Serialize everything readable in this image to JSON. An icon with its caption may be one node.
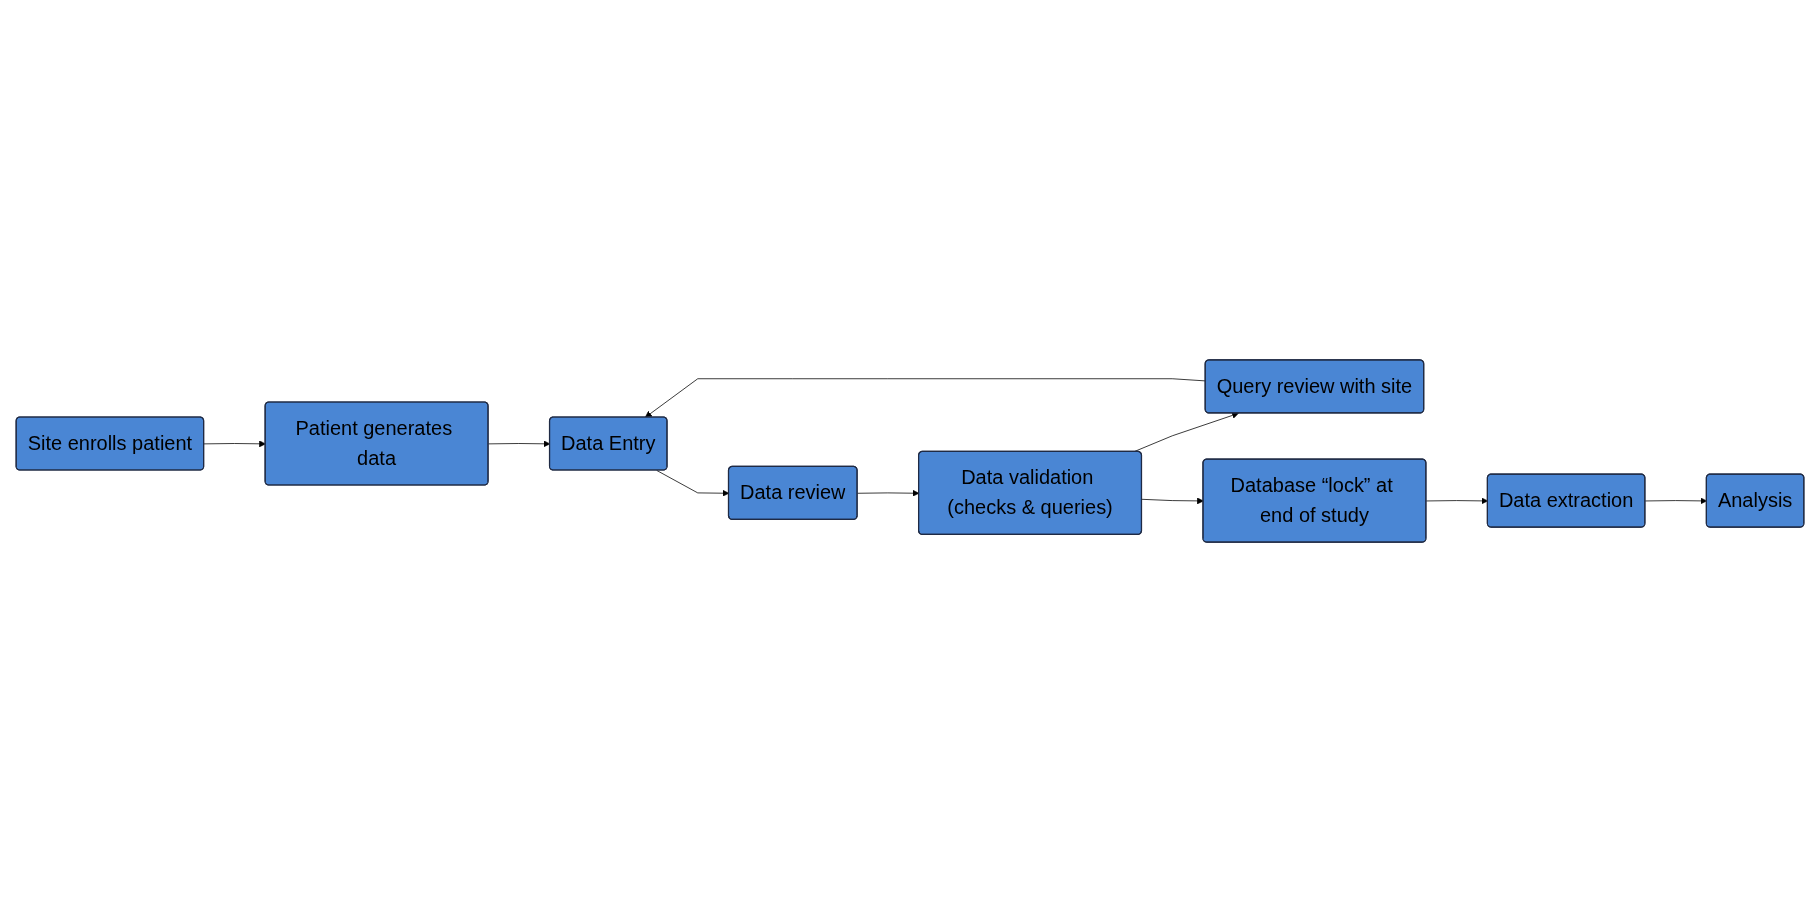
{
  "diagram": {
    "nodes": [
      {
        "text": [
          "Site enrolls patient"
        ]
      },
      {
        "text": [
          "Patient generates data"
        ]
      },
      {
        "text": [
          "Data Entry"
        ]
      },
      {
        "text": [
          "Data review"
        ]
      },
      {
        "text": [
          "Data validation (checks & queries)"
        ]
      },
      {
        "text": [
          "Query review with site"
        ]
      },
      {
        "text": [
          "Database “lock” at end of study"
        ]
      },
      {
        "text": [
          "Data extraction"
        ]
      },
      {
        "text": [
          "Analysis"
        ]
      }
    ],
    "edges": [
      {
        "from": 0,
        "to": 1,
        "arrow": "to"
      },
      {
        "from": 1,
        "to": 2,
        "arrow": "to"
      },
      {
        "from": 2,
        "to": 3,
        "arrow": "to"
      },
      {
        "from": 3,
        "to": 4,
        "arrow": "to"
      },
      {
        "from": 4,
        "to": 5,
        "arrow": "to"
      },
      {
        "from": 4,
        "to": 6,
        "arrow": "to"
      },
      {
        "from": 5,
        "to": 2,
        "arrow": "to"
      },
      {
        "from": 6,
        "to": 7,
        "arrow": "to"
      },
      {
        "from": 7,
        "to": 8,
        "arrow": "to"
      }
    ]
  }
}
